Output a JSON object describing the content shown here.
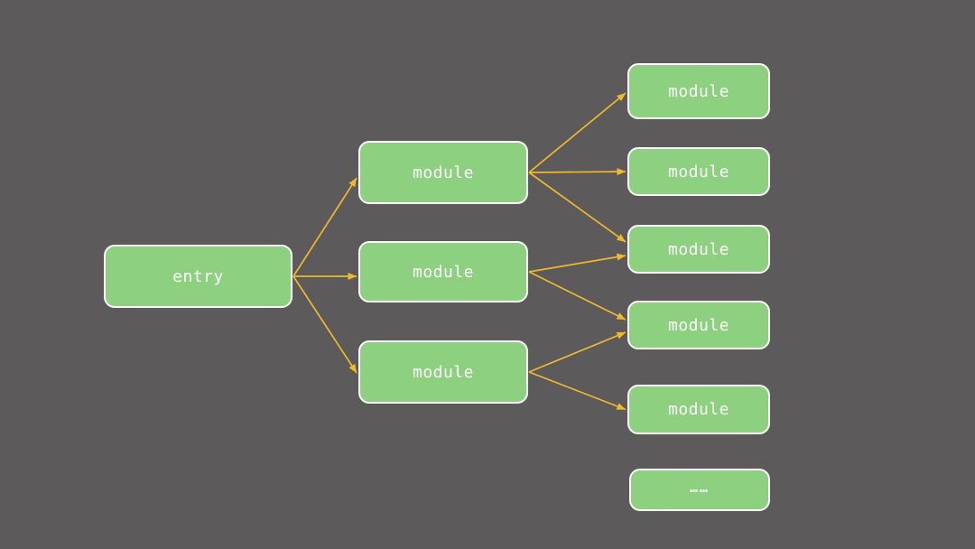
{
  "diagram": {
    "colors": {
      "background": "#5c5a5a",
      "node_fill": "#8dd07f",
      "node_border": "#ffffff",
      "edge": "#efb82f",
      "text": "#ffffff"
    },
    "nodes": [
      {
        "id": "entry",
        "label": "entry"
      },
      {
        "id": "mid1",
        "label": "module"
      },
      {
        "id": "mid2",
        "label": "module"
      },
      {
        "id": "mid3",
        "label": "module"
      },
      {
        "id": "r1",
        "label": "module"
      },
      {
        "id": "r2",
        "label": "module"
      },
      {
        "id": "r3",
        "label": "module"
      },
      {
        "id": "r4",
        "label": "module"
      },
      {
        "id": "r5",
        "label": "module"
      },
      {
        "id": "r6",
        "label": "……"
      }
    ],
    "edges": [
      {
        "from": "entry",
        "to": "mid1"
      },
      {
        "from": "entry",
        "to": "mid2"
      },
      {
        "from": "entry",
        "to": "mid3"
      },
      {
        "from": "mid1",
        "to": "r1"
      },
      {
        "from": "mid1",
        "to": "r2"
      },
      {
        "from": "mid1",
        "to": "r3"
      },
      {
        "from": "mid2",
        "to": "r3"
      },
      {
        "from": "mid2",
        "to": "r4"
      },
      {
        "from": "mid3",
        "to": "r4"
      },
      {
        "from": "mid3",
        "to": "r5"
      }
    ]
  }
}
